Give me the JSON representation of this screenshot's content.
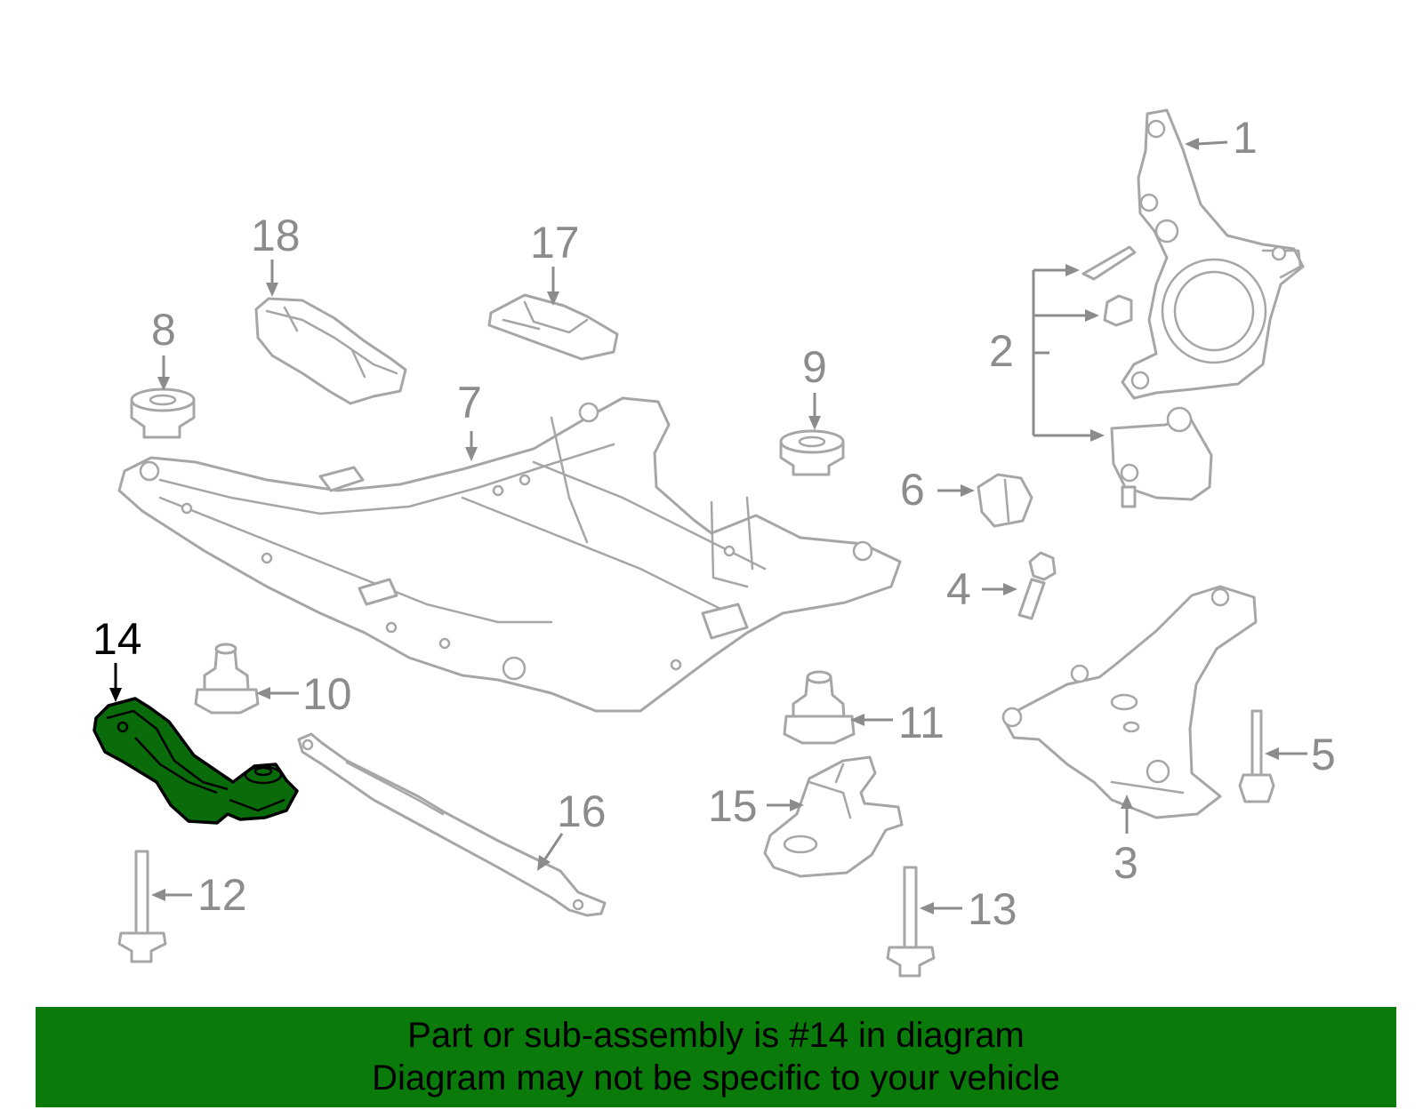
{
  "diagram": {
    "highlighted_callout": "14",
    "callouts": [
      "1",
      "2",
      "3",
      "4",
      "5",
      "6",
      "7",
      "8",
      "9",
      "10",
      "11",
      "12",
      "13",
      "14",
      "15",
      "16",
      "17",
      "18"
    ],
    "colors": {
      "part_outline": "#a6a6a6",
      "callout_text": "#8c8c8c",
      "highlight_fill": "#0a6b0a",
      "banner_bg": "#0a7a0a"
    }
  },
  "banner": {
    "line1": "Part or sub-assembly is #14 in diagram",
    "line2": "Diagram may not be specific to your vehicle"
  }
}
